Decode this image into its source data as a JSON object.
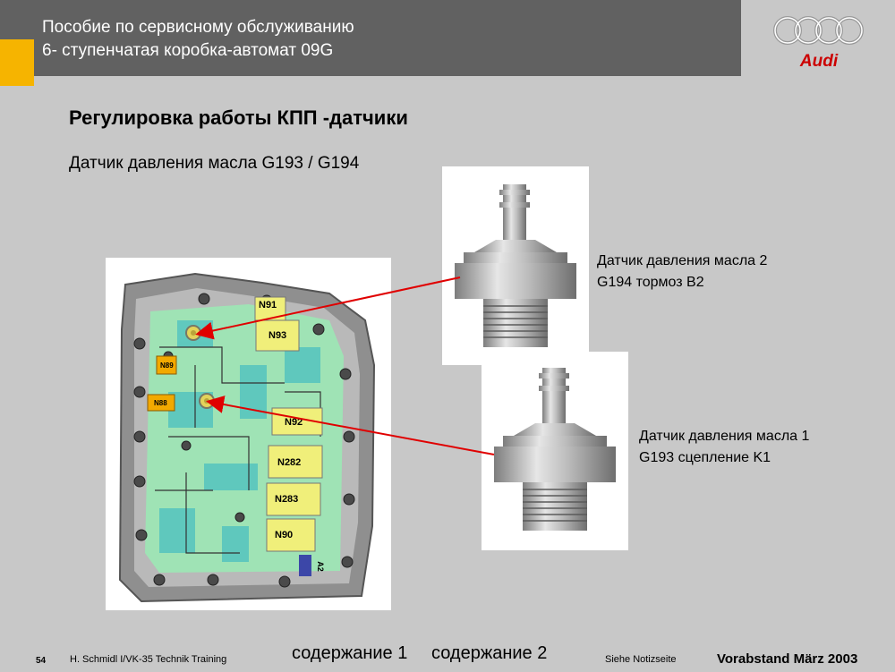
{
  "header": {
    "line1": "Пособие по сервисному обслуживанию",
    "line2": "6- ступенчатая коробка-автомат 09G"
  },
  "brand": {
    "logo_text": "Audi",
    "accent_color": "#f6b400",
    "brand_red": "#cc0000"
  },
  "slide": {
    "title": "Регулировка работы КПП  -датчики",
    "subtitle": "Датчик давления масла G193 / G194"
  },
  "valve_body": {
    "labels": [
      "N91",
      "N93",
      "N89",
      "N88",
      "N92",
      "N282",
      "N283",
      "N90",
      "A2"
    ]
  },
  "captions": {
    "sensor2_line1": "Датчик давления масла 2",
    "sensor2_line2": "G194 тормоз B2",
    "sensor1_line1": "Датчик давления масла 1",
    "sensor1_line2": "G193 сцепление K1"
  },
  "footer": {
    "page_number": "54",
    "author": "H. Schmidl I/VK-35  Technik Training",
    "link1": "содержание 1",
    "link2": "содержание 2",
    "notes": "Siehe Notizseite",
    "status": "Vorabstand   März 2003"
  }
}
